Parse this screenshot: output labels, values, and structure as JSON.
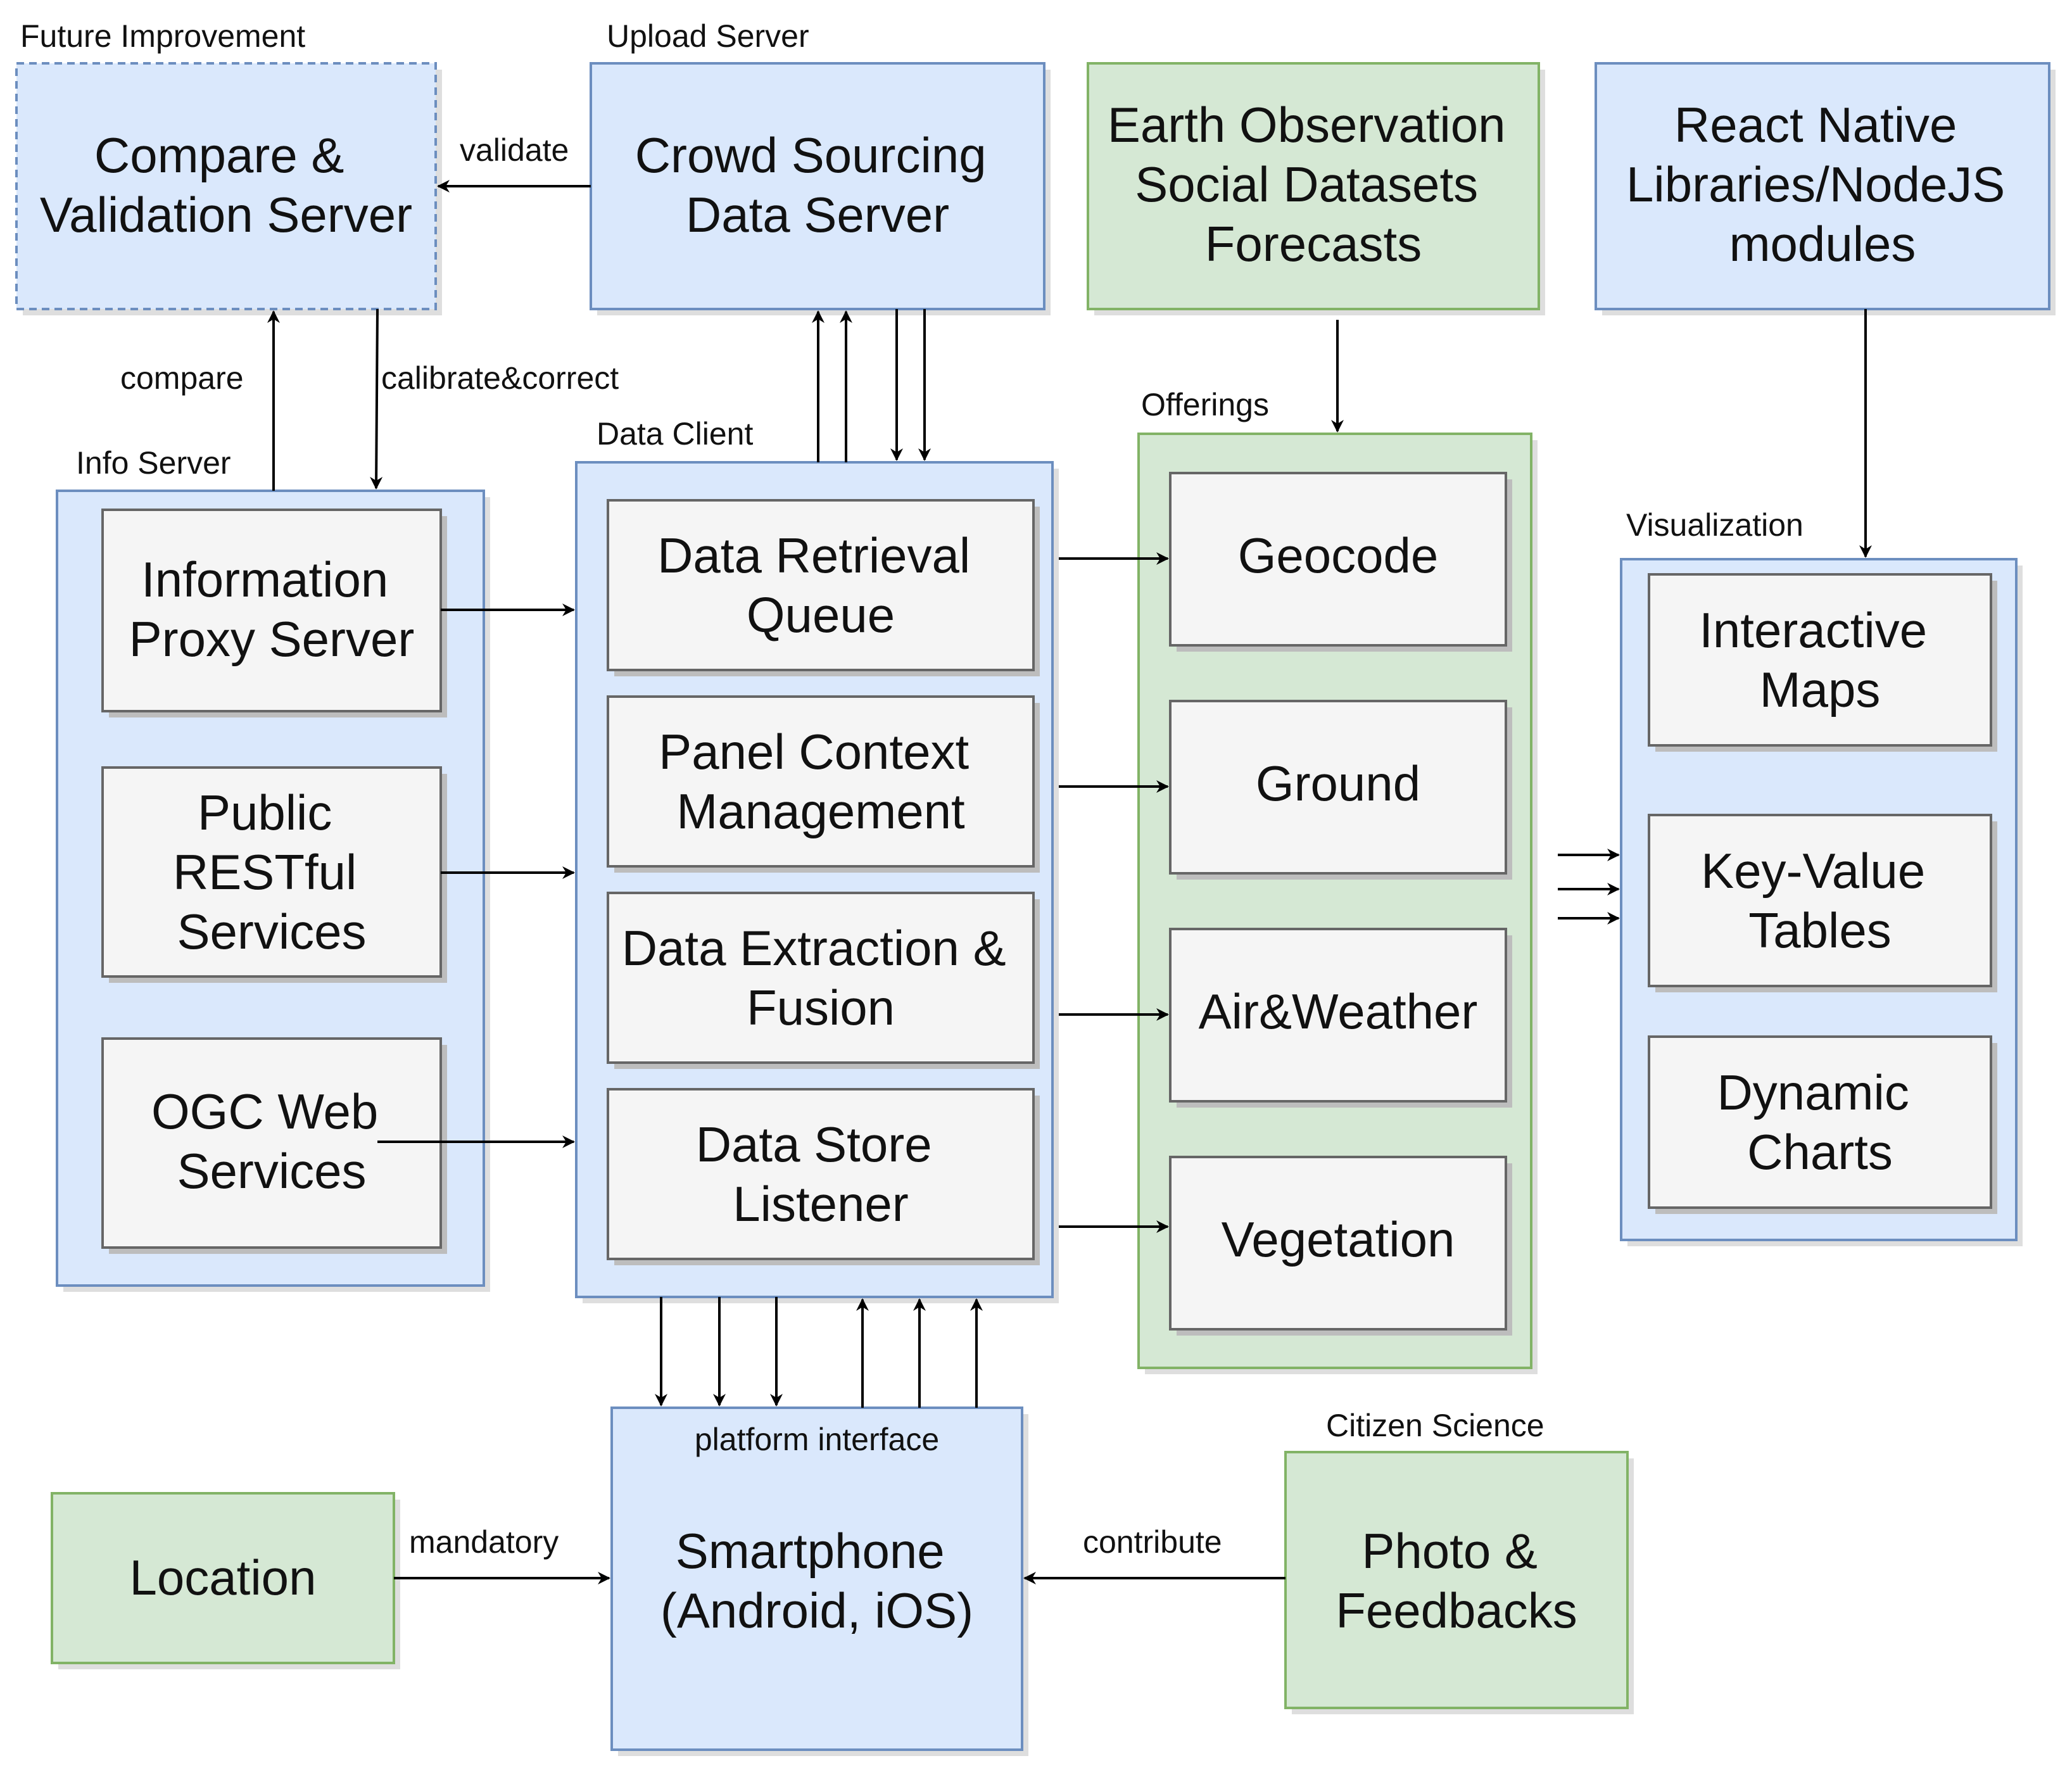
{
  "colors": {
    "blue_fill": "#dae8fc",
    "blue_stroke": "#6c8ebf",
    "green_fill": "#d5e8d4",
    "green_stroke": "#82b366",
    "gray_fill": "#f5f5f5",
    "gray_stroke": "#666666",
    "shadow": "#bdbdbd",
    "edge": "#000000"
  },
  "groups": {
    "future": "Future Improvement",
    "upload": "Upload Server",
    "info": "Info Server",
    "data_client": "Data Client",
    "offerings": "Offerings",
    "visualization": "Visualization",
    "citizen": "Citizen Science"
  },
  "nodes": {
    "compare_validation": [
      "Compare &",
      "Validation Server"
    ],
    "crowd_sourcing": [
      "Crowd Sourcing",
      "Data Server"
    ],
    "earth_observation": [
      "Earth Observation",
      "Social Datasets",
      "Forecasts"
    ],
    "react_native": [
      "React Native",
      "Libraries/NodeJS",
      "modules"
    ],
    "information_proxy": [
      "Information",
      "Proxy Server"
    ],
    "public_restful": [
      "Public",
      "RESTful",
      "Services"
    ],
    "ogc_web": [
      "OGC Web",
      "Services"
    ],
    "data_retrieval": [
      "Data Retrieval",
      "Queue"
    ],
    "panel_context": [
      "Panel Context",
      "Management"
    ],
    "data_extraction": [
      "Data Extraction &",
      "Fusion"
    ],
    "data_store": [
      "Data Store",
      "Listener"
    ],
    "geocode": [
      "Geocode"
    ],
    "ground": [
      "Ground"
    ],
    "air_weather": [
      "Air&Weather"
    ],
    "vegetation": [
      "Vegetation"
    ],
    "interactive_maps": [
      "Interactive",
      "Maps"
    ],
    "key_value": [
      "Key-Value",
      "Tables"
    ],
    "dynamic_charts": [
      "Dynamic",
      "Charts"
    ],
    "location": [
      "Location"
    ],
    "smartphone": [
      "Smartphone",
      "(Android, iOS)"
    ],
    "smartphone_caption": "platform interface",
    "photo_feedbacks": [
      "Photo &",
      "Feedbacks"
    ]
  },
  "edges": {
    "validate": "validate",
    "compare": "compare",
    "calibrate": "calibrate&correct",
    "mandatory": "mandatory",
    "contribute": "contribute"
  }
}
